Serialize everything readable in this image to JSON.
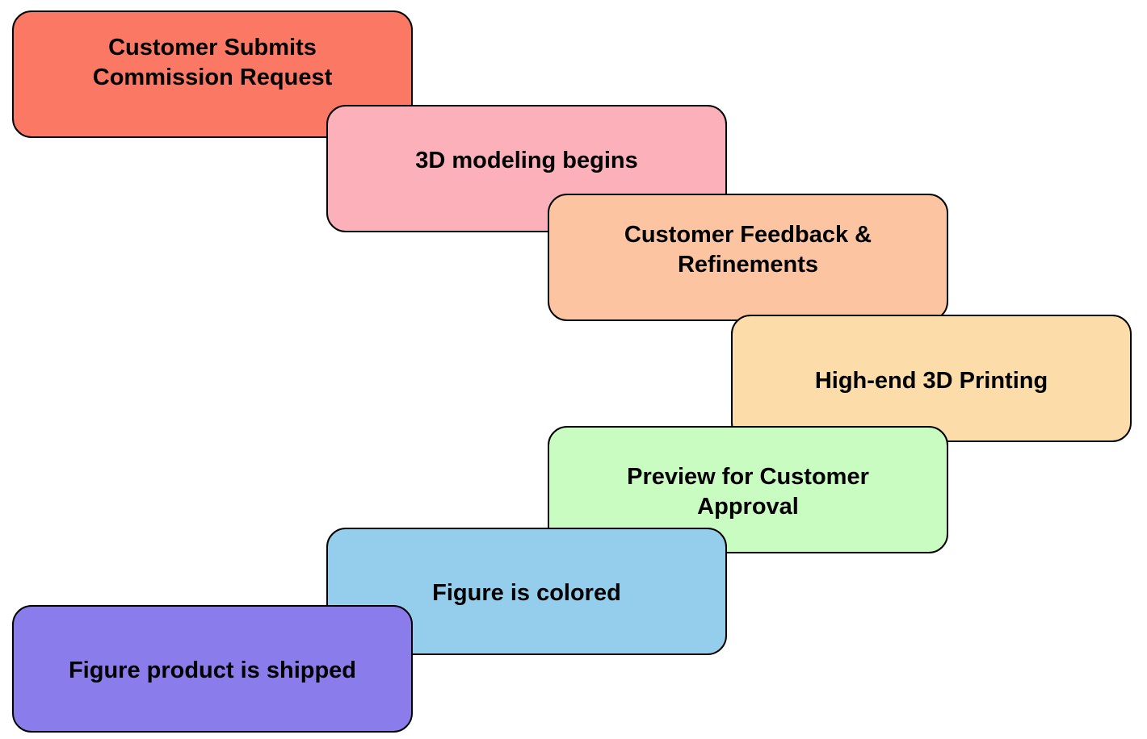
{
  "steps": [
    {
      "label": "Customer Submits Commission Request",
      "color": "#FA7864"
    },
    {
      "label": "3D modeling begins",
      "color": "#FCB0BA"
    },
    {
      "label": "Customer Feedback & Refinements",
      "color": "#FCC4A0"
    },
    {
      "label": "High-end 3D Printing",
      "color": "#FCDCA8"
    },
    {
      "label": "Preview for Customer Approval",
      "color": "#C8FCC0"
    },
    {
      "label": "Figure is colored",
      "color": "#94CEEC"
    },
    {
      "label": "Figure product is shipped",
      "color": "#8A7CEA"
    }
  ]
}
